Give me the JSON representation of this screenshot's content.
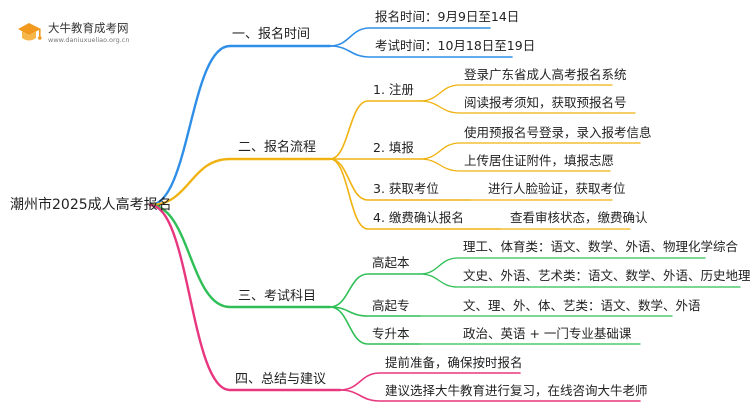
{
  "logo": {
    "title": "大牛教育成考网",
    "url": "www.daniuxueliao.org.cn"
  },
  "root": {
    "label": "潮州市2025成人高考报名"
  },
  "branches": [
    {
      "label": "一、报名时间",
      "color": "#2f8fe8",
      "children": [
        {
          "label": "报名时间：9月9日至14日"
        },
        {
          "label": "考试时间：10月18日至19日"
        }
      ]
    },
    {
      "label": "二、报名流程",
      "color": "#f0b210",
      "children": [
        {
          "label": "1. 注册",
          "children": [
            "登录广东省成人高考报名系统",
            "阅读报考须知，获取预报名号"
          ]
        },
        {
          "label": "2. 填报",
          "children": [
            "使用预报名号登录，录入报考信息",
            "上传居住证附件，填报志愿"
          ]
        },
        {
          "label": "3. 获取考位",
          "children": [
            "进行人脸验证，获取考位"
          ]
        },
        {
          "label": "4. 缴费确认报名",
          "children": [
            "查看审核状态，缴费确认"
          ]
        }
      ]
    },
    {
      "label": "三、考试科目",
      "color": "#2fbf56",
      "children": [
        {
          "label": "高起本",
          "children": [
            "理工、体育类：语文、数学、外语、物理化学综合",
            "文史、外语、艺术类：语文、数学、外语、历史地理综合"
          ]
        },
        {
          "label": "高起专",
          "children": [
            "文、理、外、体、艺类：语文、数学、外语"
          ]
        },
        {
          "label": "专升本",
          "children": [
            "政治、英语 + 一门专业基础课"
          ]
        }
      ]
    },
    {
      "label": "四、总结与建议",
      "color": "#e8377f",
      "children": [
        {
          "label": "提前准备，确保按时报名"
        },
        {
          "label": "建议选择大牛教育进行复习，在线咨询大牛老师"
        }
      ]
    }
  ]
}
